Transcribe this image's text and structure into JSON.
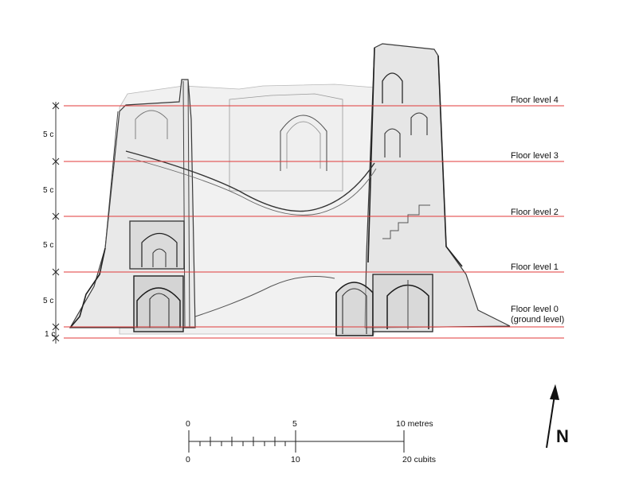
{
  "floor_levels": [
    {
      "label": "Floor level 4"
    },
    {
      "label": "Floor level 3"
    },
    {
      "label": "Floor level 2"
    },
    {
      "label": "Floor level 1"
    },
    {
      "label": "Floor level 0",
      "sublabel": "(ground level)"
    }
  ],
  "dimensions": [
    "5 c",
    "5 c",
    "5 c",
    "5 c",
    "1 c"
  ],
  "scale_bar": {
    "metres": {
      "zero": "0",
      "mid": "5",
      "end": "10 metres"
    },
    "cubits": {
      "zero": "0",
      "mid": "10",
      "end": "20 cubits"
    }
  },
  "north_arrow": {
    "label": "N"
  },
  "colors": {
    "floor_line": "#e03a3a",
    "drawing": "#2a2a2a"
  }
}
